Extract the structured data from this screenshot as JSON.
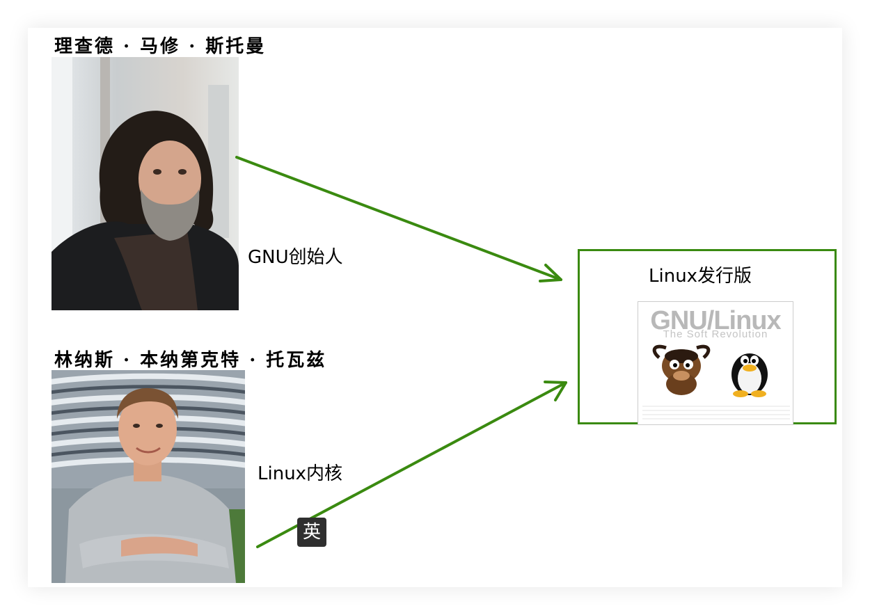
{
  "people": [
    {
      "name": "理查德 · 马修 · 斯托曼",
      "role": "GNU创始人",
      "photo_icon": "stallman-portrait"
    },
    {
      "name": "林纳斯 · 本纳第克特 · 托瓦兹",
      "role": "Linux内核",
      "photo_icon": "torvalds-portrait"
    }
  ],
  "distro": {
    "title": "Linux发行版",
    "logo_main": "GNU/Linux",
    "logo_sub": "The Soft Revolution"
  },
  "ime_indicator": "英",
  "colors": {
    "accent": "#3a8a10"
  }
}
